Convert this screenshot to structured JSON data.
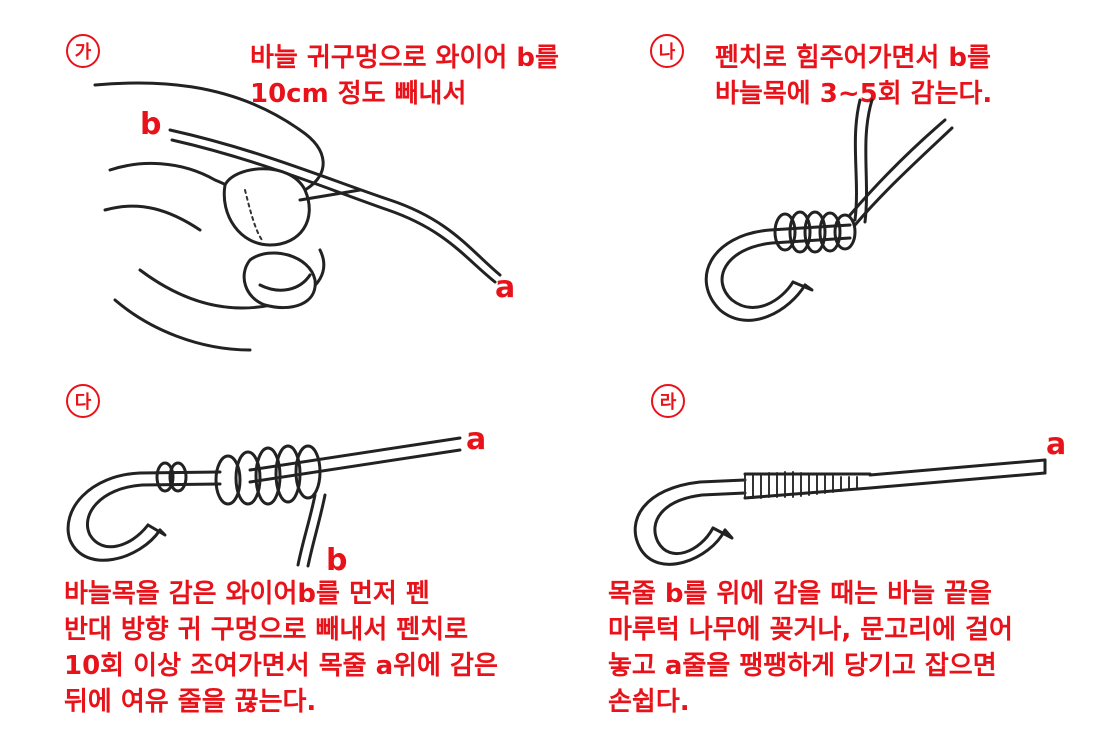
{
  "panels": [
    {
      "marker": "가",
      "caption_lines": [
        "바늘 귀구멍으로 와이어 b를",
        "10cm 정도 빼내서"
      ],
      "labels": [
        "b",
        "a"
      ]
    },
    {
      "marker": "나",
      "caption_lines": [
        "펜치로 힘주어가면서 b를",
        "바늘목에 3~5회 감는다."
      ],
      "labels": []
    },
    {
      "marker": "다",
      "caption_lines": [
        "바늘목을 감은 와이어b를 먼저 펜",
        "반대 방향 귀 구멍으로 빼내서 펜치로",
        "10회 이상 조여가면서 목줄 a위에 감은",
        "뒤에 여유 줄을 끊는다."
      ],
      "labels": [
        "a",
        "b"
      ]
    },
    {
      "marker": "라",
      "caption_lines": [
        "목줄 b를 위에 감을 때는 바늘 끝을",
        "마루턱 나무에 꽂거나, 문고리에 걸어",
        "놓고 a줄을 팽팽하게 당기고 잡으면",
        "손쉽다."
      ],
      "labels": [
        "a"
      ]
    }
  ],
  "colors": {
    "accent": "#e8131a",
    "ink": "#222222"
  }
}
